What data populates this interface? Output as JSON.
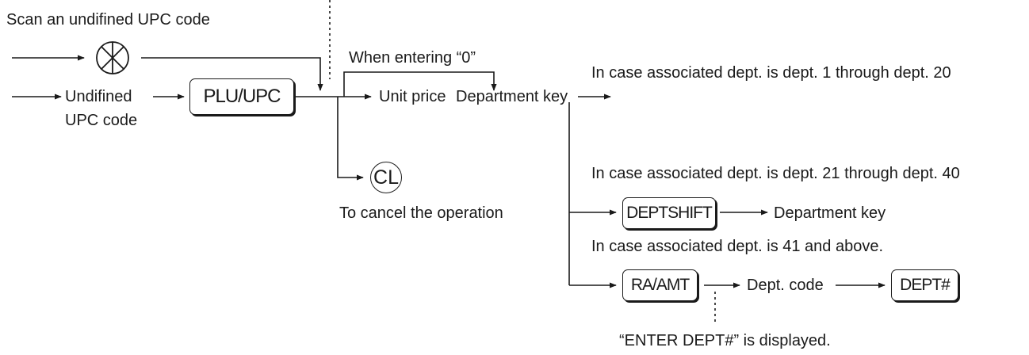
{
  "labels": {
    "scan_undefined": "Scan an undifined UPC code",
    "when_entering_zero": "When entering “0”",
    "undefined_upc_line1": "Undifined",
    "undefined_upc_line2": "UPC code",
    "unit_price": "Unit price",
    "department_key_1": "Department key",
    "case_dept_1_20": "In case associated dept. is dept. 1 through dept. 20",
    "case_dept_21_40": "In case associated dept. is dept. 21 through dept. 40",
    "cancel_operation": "To cancel the operation",
    "department_key_2": "Department key",
    "case_dept_41_above": "In case associated dept. is 41 and above.",
    "dept_code": "Dept. code",
    "enter_dept_displayed": "“ENTER DEPT#” is displayed."
  },
  "keys": {
    "plu_upc": "PLU/UPC",
    "cl": "CL",
    "deptshift": "DEPTSHIFT",
    "ra_amt": "RA/AMT",
    "dept_num": "DEPT#"
  },
  "icons": {
    "scanner": "scan-symbol-icon"
  }
}
